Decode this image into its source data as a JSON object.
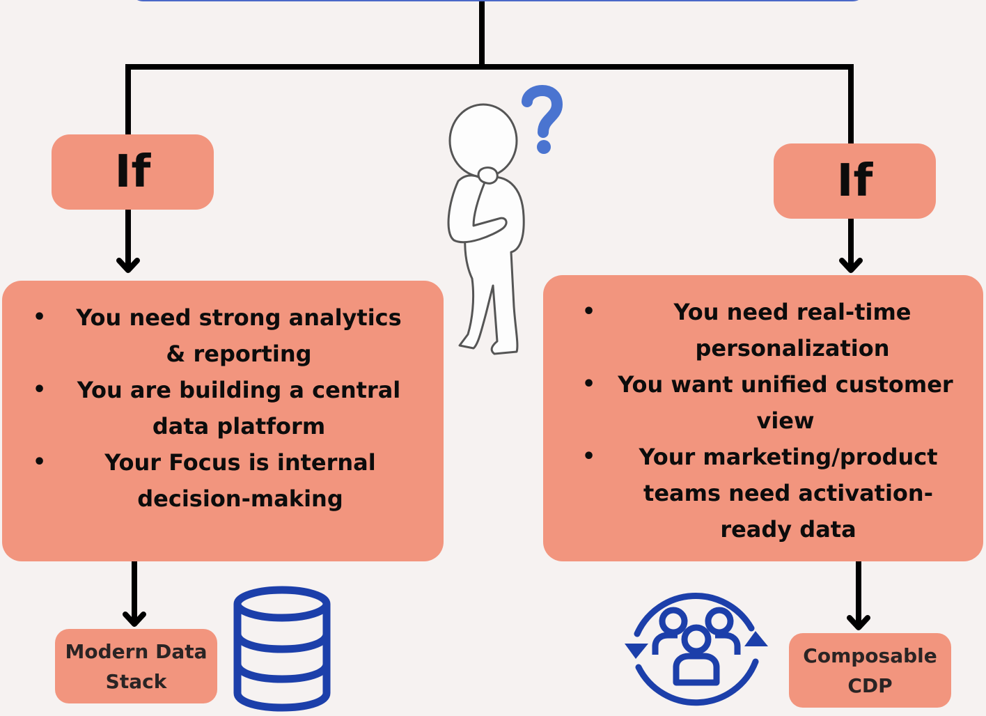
{
  "branches": {
    "left": {
      "condition_label": "If",
      "criteria": [
        "You need strong analytics & reporting",
        "You are building a central data platform",
        "Your Focus is internal decision-making"
      ],
      "result_label": "Modern Data Stack"
    },
    "right": {
      "condition_label": "If",
      "criteria": [
        "You need real-time personalization",
        "You want unified customer view",
        "Your marketing/product teams need activation-ready data"
      ],
      "result_label": "Composable CDP"
    }
  },
  "icons": {
    "center": "thinking-person-question-mark-icon",
    "left_result": "database-icon",
    "right_result": "customer-group-cycle-icon"
  },
  "colors": {
    "box_fill": "#f2957e",
    "accent_blue": "#1c3faa",
    "question_blue": "#4a74d0",
    "connector": "#000000"
  }
}
